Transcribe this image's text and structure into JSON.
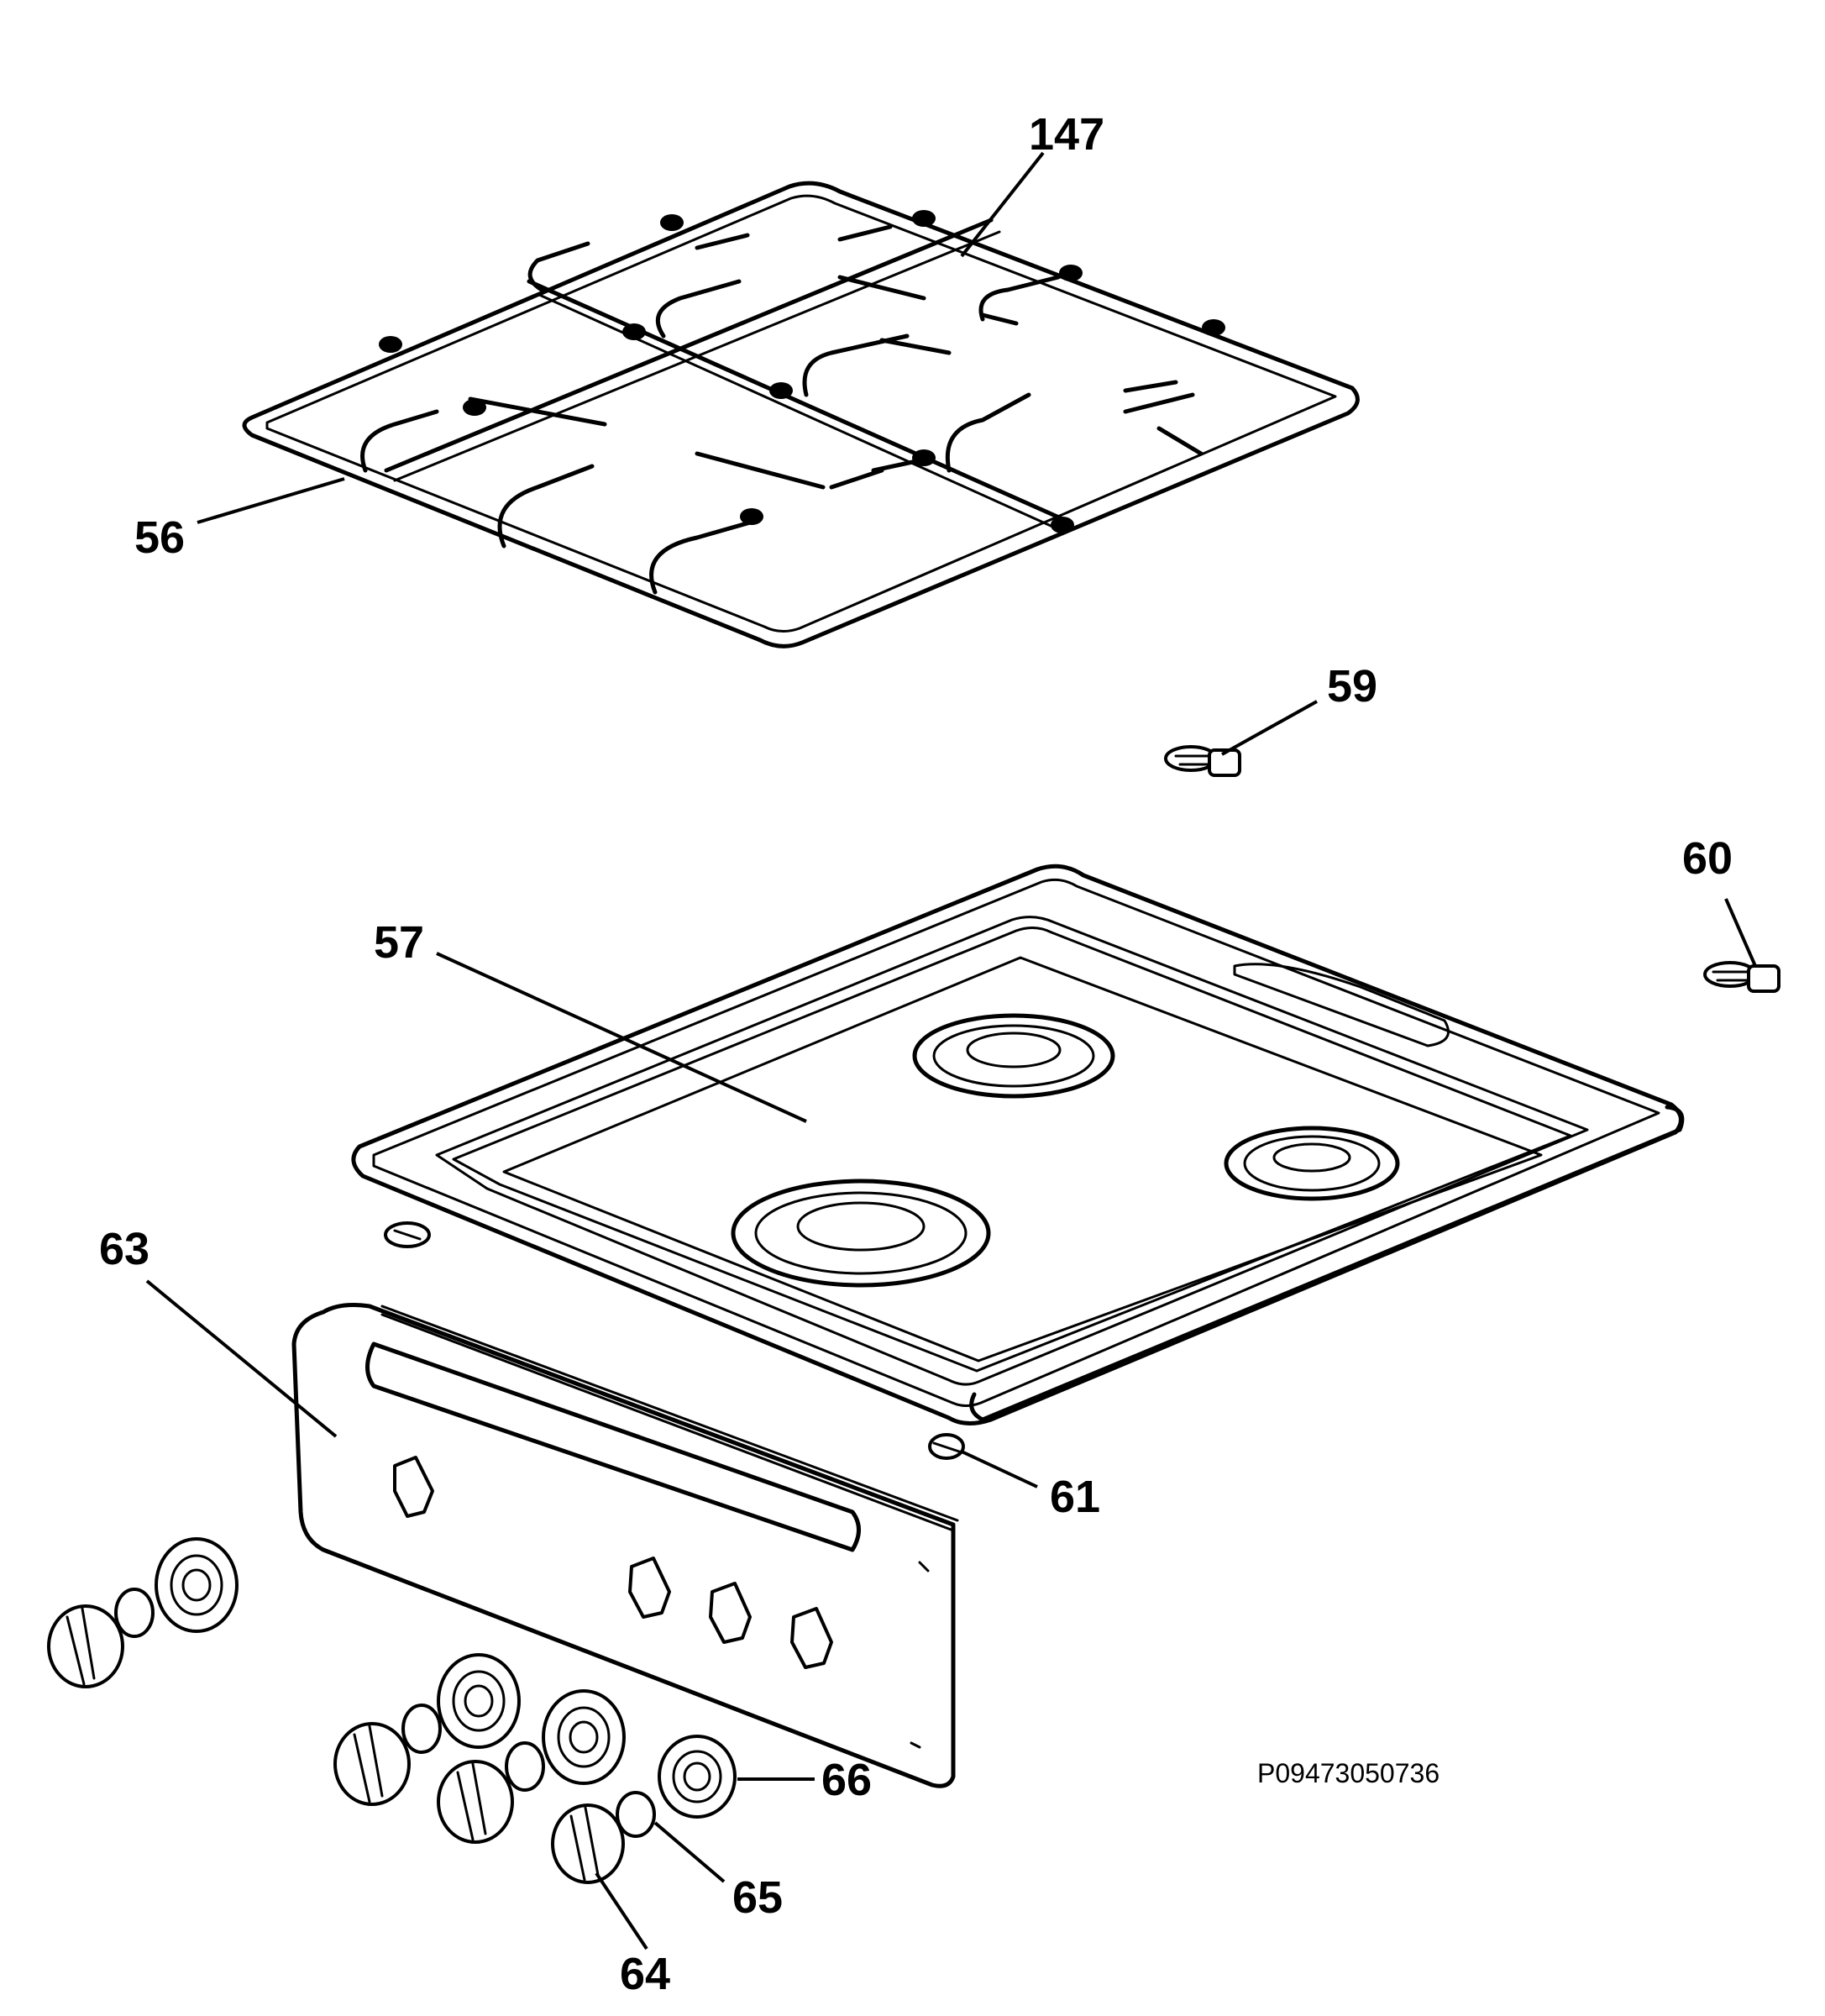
{
  "diagram": {
    "reference_code": "P09473050736",
    "callouts": {
      "c147": "147",
      "c56": "56",
      "c59": "59",
      "c60": "60",
      "c57": "57",
      "c63": "63",
      "c61": "61",
      "c66": "66",
      "c65": "65",
      "c64": "64"
    }
  }
}
